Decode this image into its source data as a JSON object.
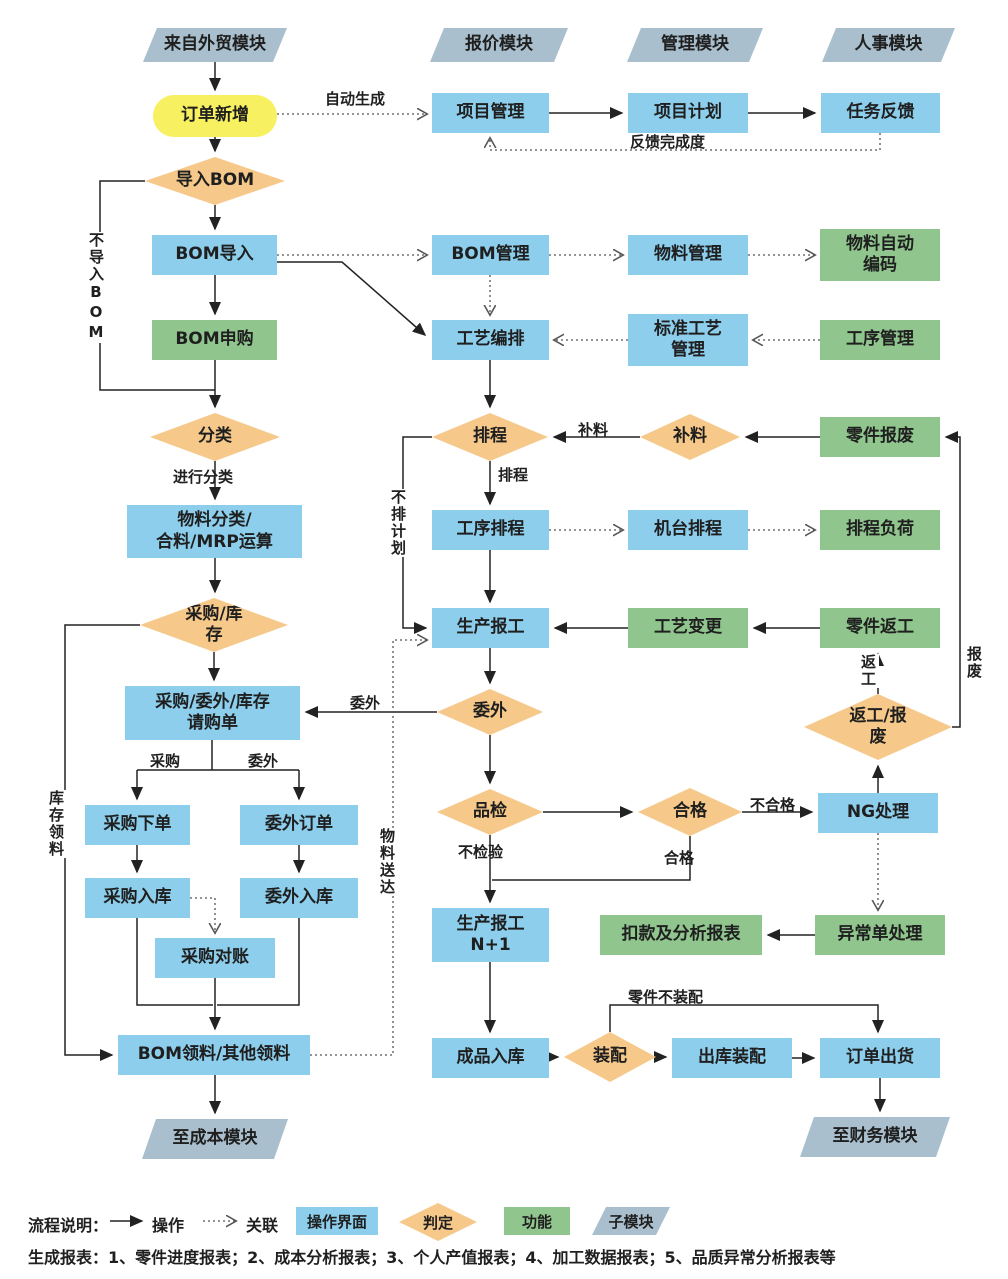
{
  "colors": {
    "operation_ui_blue": "#8CCEEC",
    "function_green": "#90C68E",
    "judgement_orange": "#F6C88A",
    "order_yellow": "#F7F161",
    "submodule_gray": "#A9BFCD"
  },
  "modules": {
    "trade": "来自外贸模块",
    "quote": "报价模块",
    "manage": "管理模块",
    "hr": "人事模块",
    "cost": "至成本模块",
    "finance": "至财务模块"
  },
  "nodes": {
    "order_new": "订单新增",
    "project_mgmt": "项目管理",
    "project_plan": "项目计划",
    "task_feedback": "任务反馈",
    "bom_import": "BOM导入",
    "bom_mgmt": "BOM管理",
    "material_mgmt": "物料管理",
    "material_autocode": "物料自动\n编码",
    "bom_requisition": "BOM申购",
    "process_arrange": "工艺编排",
    "std_process": "标准工艺\n管理",
    "process_op_mgmt": "工序管理",
    "part_scrap": "零件报废",
    "material_classify": "物料分类/\n合料/MRP运算",
    "process_schedule": "工序排程",
    "machine_schedule": "机台排程",
    "schedule_load": "排程负荷",
    "production_report": "生产报工",
    "process_change": "工艺变更",
    "part_rework": "零件返工",
    "purchase_req": "采购/委外/库存\n请购单",
    "purchase_order": "采购下单",
    "outsource_order": "委外订单",
    "purchase_in": "采购入库",
    "outsource_in": "委外入库",
    "purchase_reconcile": "采购对账",
    "ng_handle": "NG处理",
    "production_report_n1": "生产报工\nN+1",
    "deduction_report": "扣款及分析报表",
    "abnormal_handle": "异常单处理",
    "bom_pick": "BOM领料/其他领料",
    "finished_in": "成品入库",
    "outbound_assembly": "出库装配",
    "order_ship": "订单出货"
  },
  "decisions": {
    "import_bom": "导入BOM",
    "classify": "分类",
    "purchase_stock": "采购/库\n存",
    "schedule": "排程",
    "replenish": "补料",
    "outsource": "委外",
    "rework_scrap": "返工/报\n废",
    "inspect": "品检",
    "qualified": "合格",
    "assemble": "装配"
  },
  "edge_labels": {
    "auto_generate": "自动生成",
    "feedback_completion": "反馈完成度",
    "no_import_bom": "不导入BOM",
    "do_classify": "进行分类",
    "replenish": "补料",
    "schedule": "排程",
    "no_schedule": "不排计划",
    "outsource_send": "委外",
    "purchase": "采购",
    "outsource": "委外",
    "stock_pick": "库存领料",
    "material_arrive": "物料送达",
    "no_inspect": "不检验",
    "qualified": "合格",
    "not_qualified": "不合格",
    "rework": "返工",
    "scrap": "报废",
    "parts_no_assembly": "零件不装配"
  },
  "legend": {
    "prefix": "流程说明：",
    "operation": "操作",
    "association": "关联",
    "operation_ui": "操作界面",
    "judgement": "判定",
    "function": "功能",
    "submodule": "子模块"
  },
  "footer": "生成报表：1、零件进度报表；2、成本分析报表；3、个人产值报表；4、加工数据报表；5、品质异常分析报表等"
}
